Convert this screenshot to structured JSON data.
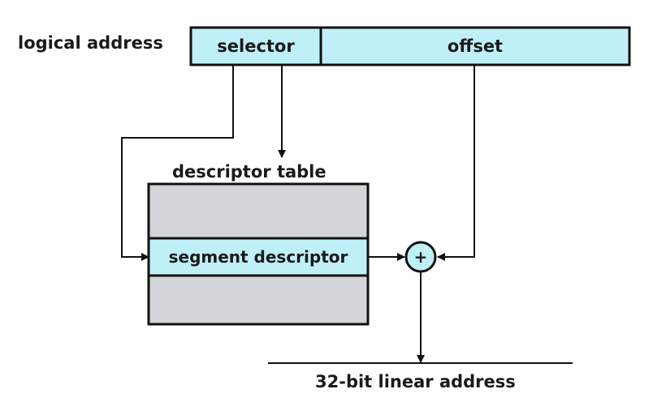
{
  "logical_address": {
    "label": "logical address",
    "selector": "selector",
    "offset": "offset"
  },
  "descriptor_table": {
    "label": "descriptor table",
    "entry": "segment descriptor"
  },
  "adder": {
    "symbol": "+"
  },
  "output": {
    "label": "32-bit linear address"
  },
  "colors": {
    "field_fill": "#bff0f8",
    "table_fill": "#d3d4d8",
    "stroke": "#111111"
  }
}
